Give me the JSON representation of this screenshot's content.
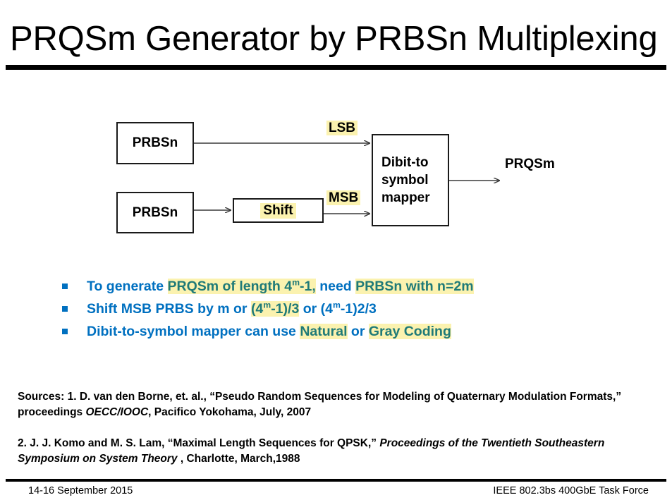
{
  "slide": {
    "title": "PRQSm Generator by PRBSn Multiplexing"
  },
  "diagram": {
    "boxes": {
      "prbs_top": "PRBSn",
      "prbs_bottom": "PRBSn",
      "shift": "Shift",
      "mapper_line1": "Dibit-to",
      "mapper_line2": "symbol",
      "mapper_line3": "mapper"
    },
    "labels": {
      "lsb": "LSB",
      "msb": "MSB",
      "output": "PRQSm"
    },
    "highlight_color": "#FBF2AF",
    "box_border_color": "#1a1a1a"
  },
  "bullets": {
    "color": "#0070C0",
    "highlight_text_color": "#1F7A78",
    "highlight_bg": "#FBF2AF",
    "items": [
      {
        "full_text": "To generate PRQSm of length 4m-1, need PRBSn with n=2m",
        "segments": [
          {
            "text": "To generate ",
            "highlighted": false
          },
          {
            "text": "PRQSm of length 4",
            "sup": "m",
            "tail": "-1,",
            "highlighted": true
          },
          {
            "text": " need ",
            "highlighted": false
          },
          {
            "text": "PRBSn with n=2m",
            "highlighted": true
          }
        ]
      },
      {
        "full_text": "Shift MSB PRBS by m or (4m-1)/3 or (4m-1)2/3",
        "segments": [
          {
            "text": "Shift MSB PRBS by m or ",
            "highlighted": false
          },
          {
            "text": "(4",
            "sup": "m",
            "tail": "-1)/3",
            "highlighted": true
          },
          {
            "text": " or ",
            "highlighted": false
          },
          {
            "text": "(4",
            "sup": "m",
            "tail": "-1)2/3",
            "highlighted": false
          }
        ]
      },
      {
        "full_text": "Dibit-to-symbol mapper can use Natural or Gray Coding",
        "segments": [
          {
            "text": "Dibit-to-symbol mapper can use ",
            "highlighted": false
          },
          {
            "text": "Natural",
            "highlighted": true
          },
          {
            "text": " or ",
            "highlighted": false
          },
          {
            "text": "Gray Coding",
            "highlighted": true
          }
        ]
      }
    ]
  },
  "sources": {
    "source1_part1": "Sources: 1. D. van den Borne, et. al., “Pseudo Random Sequences for Modeling of Quaternary Modulation Formats,” proceedings ",
    "source1_italic": "OECC/IOOC",
    "source1_part2": ", Pacifico Yokohama, July, 2007",
    "source2_part1": "2. J. J. Komo and M. S. Lam, “Maximal Length Sequences for QPSK,” ",
    "source2_italic": "Proceedings of the Twentieth Southeastern Symposium on System Theory",
    "source2_part2": " , Charlotte, March,1988"
  },
  "footer": {
    "date": "14-16 September 2015",
    "group": "IEEE 802.3bs 400GbE Task Force"
  }
}
